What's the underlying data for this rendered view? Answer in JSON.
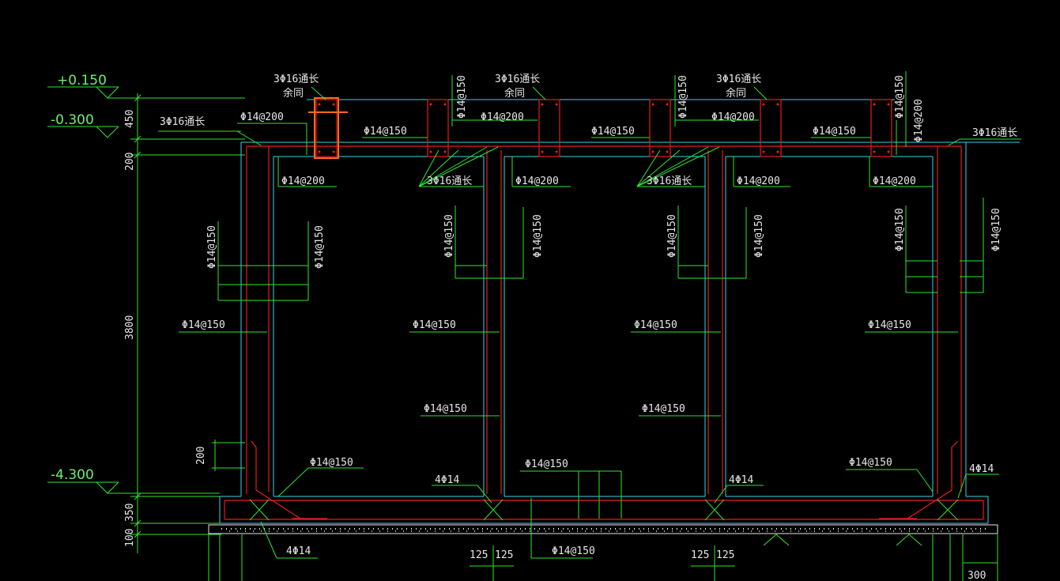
{
  "levels": {
    "top": "+0.150",
    "mid": "-0.300",
    "bottom": "-4.300"
  },
  "dims_left": [
    "450",
    "200",
    "3800",
    "350",
    "100",
    "200"
  ],
  "dims_bottom": [
    "125",
    "125",
    "125",
    "125",
    "300"
  ],
  "labels": {
    "bar3_16_full": "3Φ16通长",
    "rest_same": "余同",
    "d14_200": "Φ14@200",
    "d14_150": "Φ14@150",
    "d4_14": "4Φ14"
  },
  "colors": {
    "background": "#000000",
    "dimension": "#2ee62e",
    "concrete": "#36d6e6",
    "rebar": "#e81c1c",
    "text": "#e6e6e6"
  }
}
